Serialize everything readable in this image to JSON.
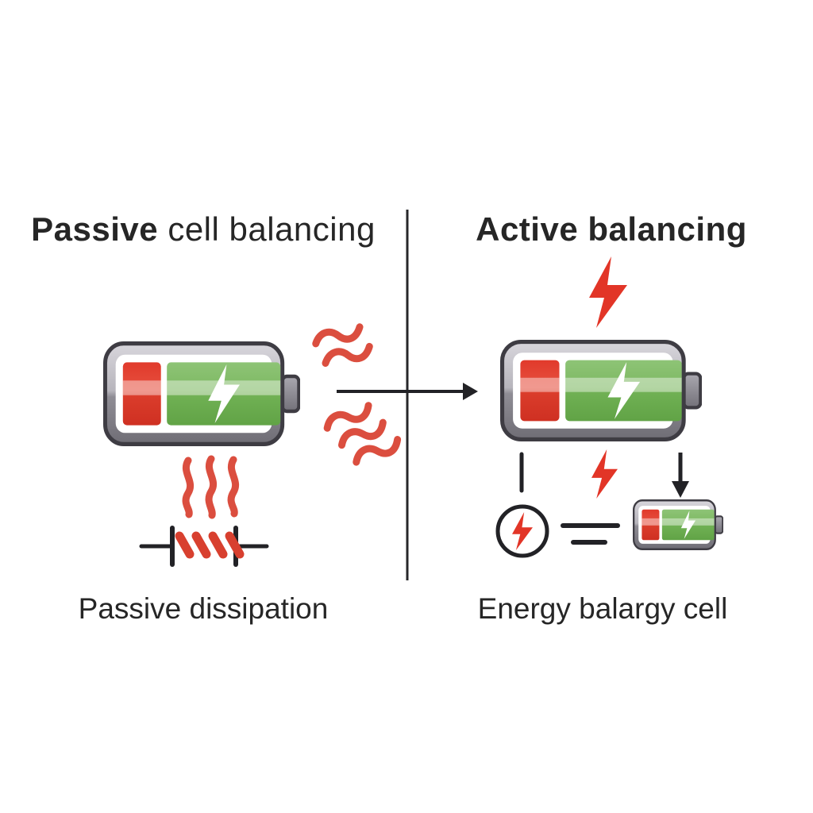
{
  "panels": {
    "left": {
      "title_bold": "Passive",
      "title_regular": " cell balancing",
      "caption": "Passive dissipation",
      "icons": [
        "battery-icon",
        "heat-wave-icon",
        "resistor-icon"
      ]
    },
    "right": {
      "title_bold": "Active balancing",
      "caption": "Energy balargy cell",
      "icons": [
        "lightning-icon",
        "battery-icon",
        "energy-source-icon",
        "equals-icon",
        "small-battery-icon",
        "down-arrow-icon"
      ]
    }
  },
  "divider": {
    "type": "vertical-line"
  },
  "transfer_arrow": {
    "direction": "left-to-right"
  },
  "colors": {
    "background": "#ffffff",
    "text_dark": "#262626",
    "line_black": "#222226",
    "divider_black": "#27272a",
    "heat_red": "#d8402f",
    "bolt_red": "#e23527",
    "battery_red": "#e23c2c",
    "battery_green": "#79b65c",
    "case_gray": "#8d8b93",
    "case_outline": "#3e3c43"
  }
}
